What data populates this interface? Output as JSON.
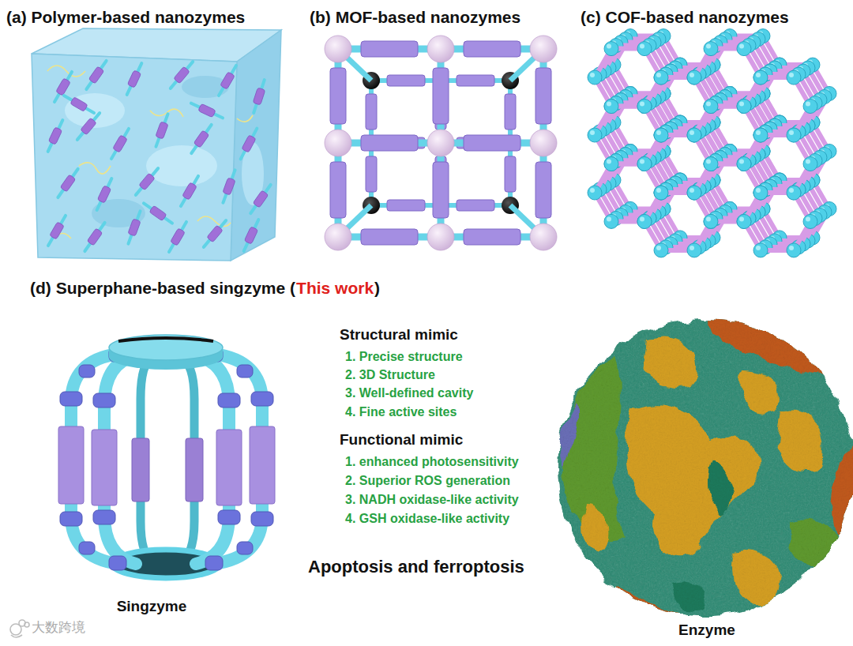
{
  "diagram": {
    "labels": [
      "(a) Polymer-based nanozymes",
      "(b) MOF-based nanozymes",
      "(c) COF-based nanozymes",
      "(d) Superphane-based singzyme (",
      "This work",
      ")",
      "Structural mimic",
      "1. Precise structure",
      "2. 3D Structure",
      "3. Well-defined cavity",
      "4. Fine active sites",
      "Functional mimic",
      "1. enhanced photosensitivity",
      "2. Superior ROS generation",
      "3. NADH oxidase-like activity",
      "4. GSH oxidase-like activity",
      "Apoptosis and ferroptosis",
      "Singzyme",
      "Enzyme",
      "大数跨境"
    ]
  }
}
